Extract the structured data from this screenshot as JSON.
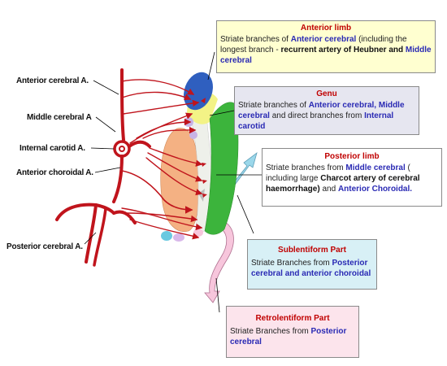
{
  "left_labels": {
    "anterior_cerebral": "Anterior cerebral A.",
    "middle_cerebral": "Middle cerebral A",
    "internal_carotid": "Internal carotid A.",
    "anterior_choroidal": "Anterior choroidal A.",
    "posterior_cerebral": "Posterior cerebral A."
  },
  "boxes": {
    "anterior_limb": {
      "title": "Anterior limb",
      "t1": "Striate branches  of ",
      "h1": "Anterior cerebral",
      "t2": " (including the longest branch - ",
      "b1": "recurrent artery of Heubner and ",
      "h2": " Middle cerebral",
      "bg": "#ffffd0"
    },
    "genu": {
      "title": "Genu",
      "t1": "Striate branches of ",
      "h1": "Anterior cerebral, Middle cerebral",
      "t2": " and direct branches from ",
      "h2": "Internal carotid",
      "bg": "#e6e6f0"
    },
    "posterior_limb": {
      "title": "Posterior  limb",
      "t1": "Striate branches  from ",
      "h1": "Middle cerebral",
      "t2": " ( including large ",
      "b1": "Charcot artery of cerebral haemorrhage)",
      "t3": " and ",
      "h2": "Anterior Choroidal.",
      "bg": "#ffffff"
    },
    "sublentiform": {
      "title": "Sublentiform Part",
      "t1": "Striate Branches from ",
      "h1": "Posterior cerebral and anterior choroidal",
      "bg": "#d8f0f6"
    },
    "retrolentiform": {
      "title": "Retrolentiform Part",
      "t1": "Striate Branches from ",
      "h1": "Posterior cerebral",
      "bg": "#fce4ec"
    }
  },
  "colors": {
    "artery": "#c0141c",
    "anterior_limb_region": "#2f5fbf",
    "genu_region": "#f3f386",
    "posterior_limb_region": "#3cb43c",
    "lentiform_nucleus": "#f4b183",
    "sublentiform_region": "#9bd7ea",
    "retrolentiform_region": "#f7c6dc",
    "highlight_text": "#2a2ab4",
    "title_text": "#c00000"
  }
}
